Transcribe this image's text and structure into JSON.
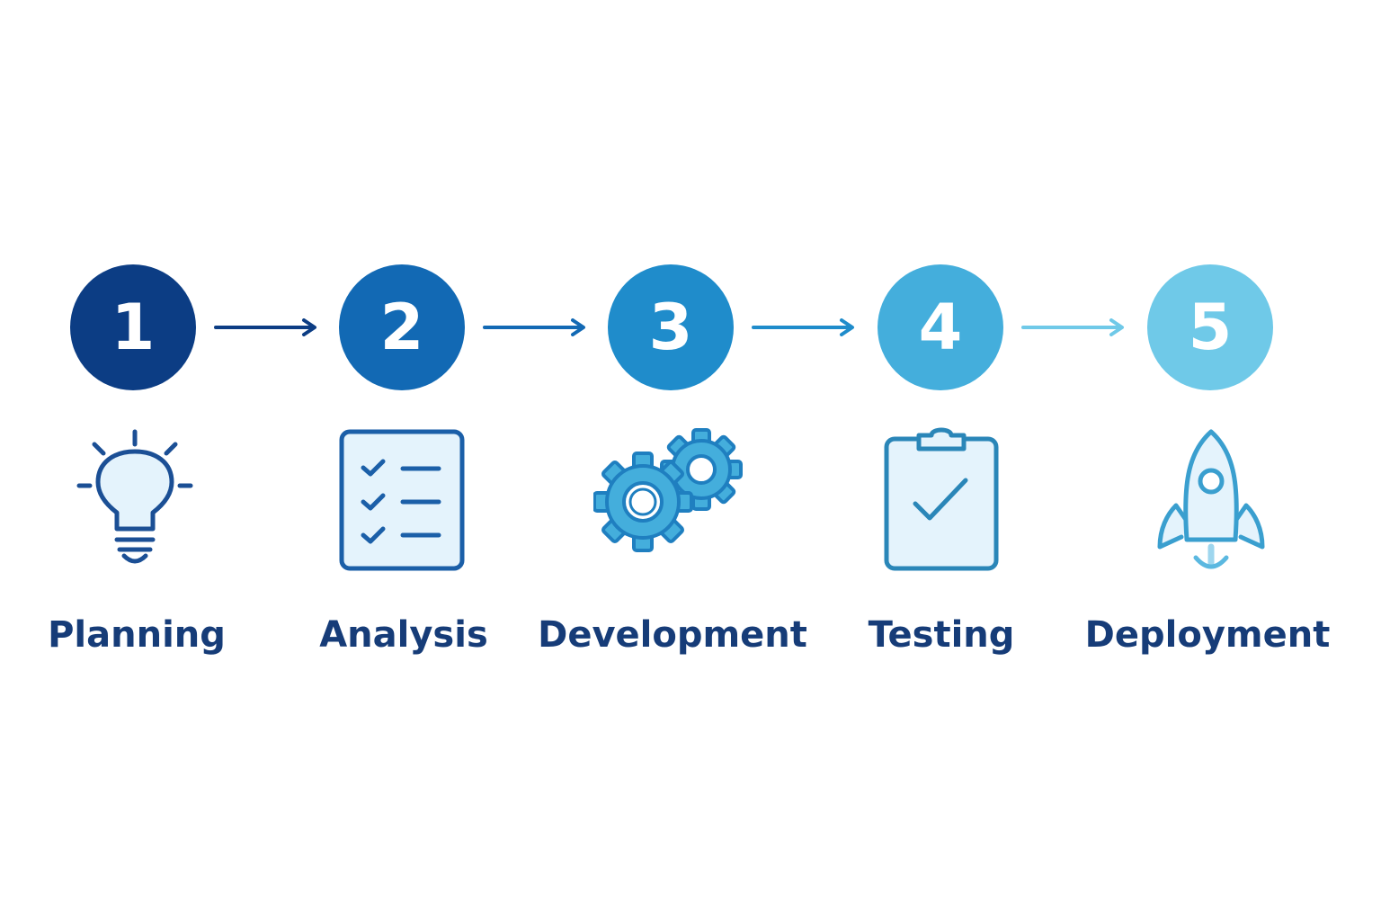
{
  "colors": {
    "step1": "#0c3d84",
    "step2": "#1269b4",
    "step3": "#1f8ccb",
    "step4": "#44aedc",
    "step5": "#6fc9e8",
    "label": "#163c78",
    "icon_fill": "#e4f3fc"
  },
  "steps": [
    {
      "number": "1",
      "label": "Planning",
      "icon": "lightbulb-icon"
    },
    {
      "number": "2",
      "label": "Analysis",
      "icon": "checklist-icon"
    },
    {
      "number": "3",
      "label": "Development",
      "icon": "gears-icon"
    },
    {
      "number": "4",
      "label": "Testing",
      "icon": "clipboard-check-icon"
    },
    {
      "number": "5",
      "label": "Deployment",
      "icon": "rocket-icon"
    }
  ]
}
